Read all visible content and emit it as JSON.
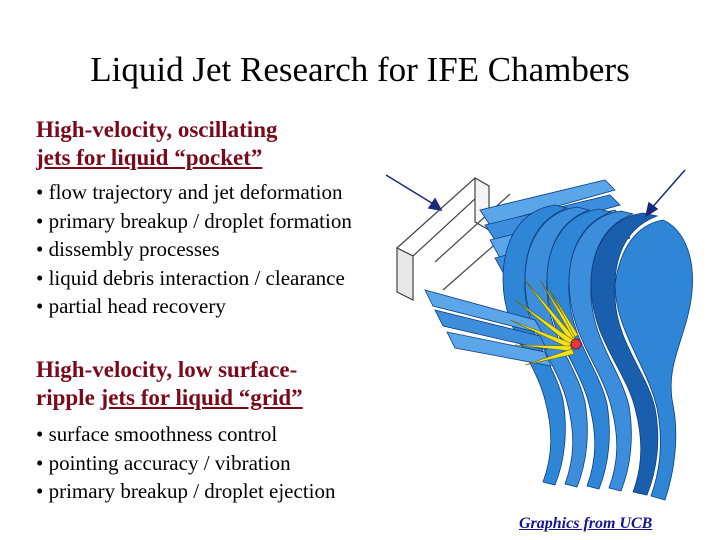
{
  "title": "Liquid Jet Research for IFE Chambers",
  "section1": {
    "heading_line1": "High-velocity, oscillating",
    "heading_line2": "jets for liquid “pocket”",
    "bullets": [
      "• flow trajectory and jet deformation",
      "• primary breakup / droplet formation",
      "• dissembly processes",
      "• liquid debris interaction / clearance",
      "• partial head recovery"
    ]
  },
  "section2": {
    "heading_line1": "High-velocity, low surface-",
    "heading_line2_plain": "ripple ",
    "heading_line2_underlined": "jets for liquid “grid”",
    "bullets": [
      "• surface smoothness control",
      "• pointing accuracy / vibration",
      "• primary breakup / droplet ejection"
    ]
  },
  "credit": "Graphics from UCB",
  "colors": {
    "heading": "#7a0a1a",
    "credit": "#14148c",
    "jet_blue": "#2f86d6",
    "jet_blue_dark": "#1a5fae",
    "beam_yellow": "#f2e21c",
    "target_red": "#e23a3a"
  }
}
